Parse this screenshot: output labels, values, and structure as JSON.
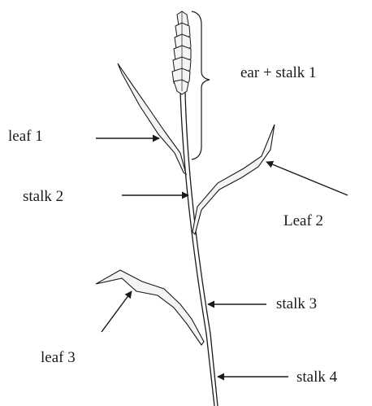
{
  "labels": {
    "ear_stalk1": "ear + stalk 1",
    "leaf1": "leaf 1",
    "stalk2": "stalk 2",
    "leaf2": "Leaf 2",
    "stalk3": "stalk 3",
    "leaf3": "leaf 3",
    "stalk4": "stalk 4"
  },
  "colors": {
    "line": "#1a1a1a",
    "leaf_fill": "#f4f4f4"
  }
}
